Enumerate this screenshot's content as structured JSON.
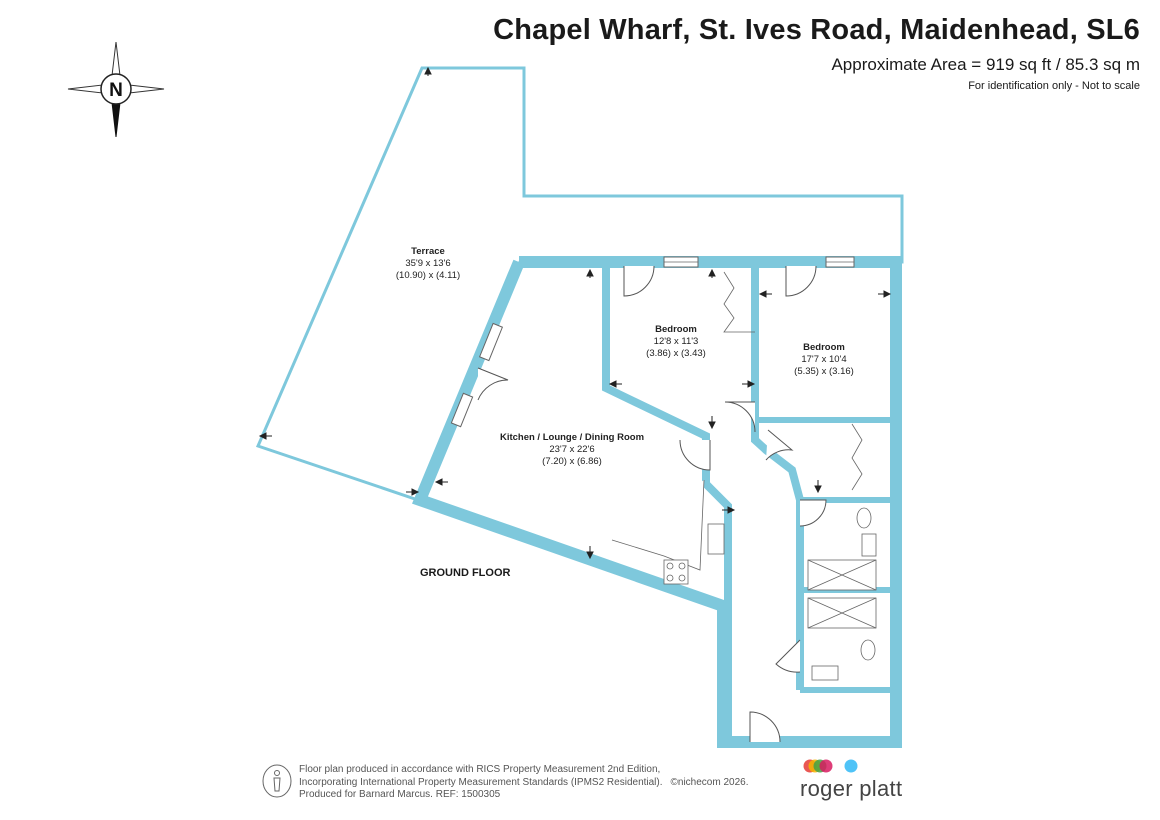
{
  "header": {
    "title": "Chapel Wharf, St. Ives Road, Maidenhead, SL6",
    "area": "Approximate Area = 919 sq ft / 85.3 sq m",
    "note": "For identification only - Not to scale"
  },
  "compass": {
    "label": "N",
    "icon": "compass-north-icon"
  },
  "rooms": [
    {
      "name": "Terrace",
      "imperial": "35'9 x 13'6",
      "metric": "(10.90) x (4.11)"
    },
    {
      "name": "Bedroom",
      "imperial": "12'8 x 11'3",
      "metric": "(3.86) x (3.43)"
    },
    {
      "name": "Bedroom",
      "imperial": "17'7 x 10'4",
      "metric": "(5.35) x (3.16)"
    },
    {
      "name": "Kitchen / Lounge / Dining Room",
      "imperial": "23'7 x 22'6",
      "metric": "(7.20) x (6.86)"
    }
  ],
  "floor_label": "GROUND FLOOR",
  "footer": {
    "line1": "Floor plan produced in accordance with RICS Property Measurement 2nd Edition,",
    "line2": "Incorporating International Property Measurement Standards (IPMS2 Residential).",
    "copyright": "©nichecom 2026.",
    "line3": "Produced for Barnard Marcus.    REF:  1500305"
  },
  "brand": {
    "name": "roger platt",
    "dot_colors": [
      "#e53935",
      "#f4b400",
      "#43a047",
      "#d81b60",
      "#4fc3f7"
    ]
  },
  "colors": {
    "wall": "#7ec8dc"
  }
}
